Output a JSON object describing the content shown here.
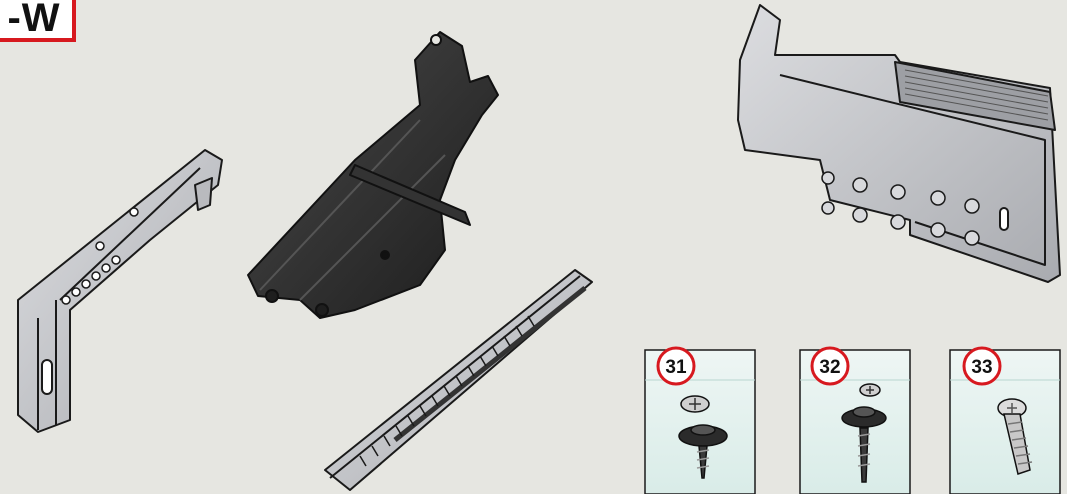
{
  "header": {
    "badge_text": "-W"
  },
  "bags": [
    {
      "number": "31"
    },
    {
      "number": "32"
    },
    {
      "number": "33"
    }
  ],
  "colors": {
    "background": "#e6e6e1",
    "badge_border": "#d7191f",
    "part_black": "#2b2b2b",
    "part_grey": "#c4c5c8",
    "bag_fill": "#e3f1ee",
    "outline": "#1a1a1a"
  }
}
